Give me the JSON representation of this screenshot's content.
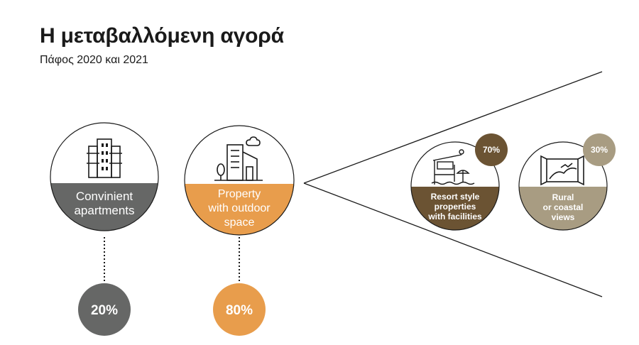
{
  "header": {
    "title": "Η μεταβαλλόμενη αγορά",
    "subtitle": "Πάφος 2020 και 2021"
  },
  "colors": {
    "gray": "#666766",
    "orange": "#E89D4C",
    "brown": "#6B5333",
    "taupe": "#A89C82",
    "line": "#1a1a1a"
  },
  "segments": [
    {
      "label_lines": [
        "Convinient",
        "apartments"
      ],
      "percent": "20%",
      "icon": "apartment-building-icon"
    },
    {
      "label_lines": [
        "Property",
        "with outdoor",
        "space"
      ],
      "percent": "80%",
      "icon": "house-with-tree-icon"
    }
  ],
  "sub_segments": [
    {
      "label_lines": [
        "Resort style",
        "properties",
        "with facilities"
      ],
      "percent": "70%",
      "icon": "resort-villa-icon"
    },
    {
      "label_lines": [
        "Rural",
        "or coastal",
        "views"
      ],
      "percent": "30%",
      "icon": "window-view-icon"
    }
  ]
}
